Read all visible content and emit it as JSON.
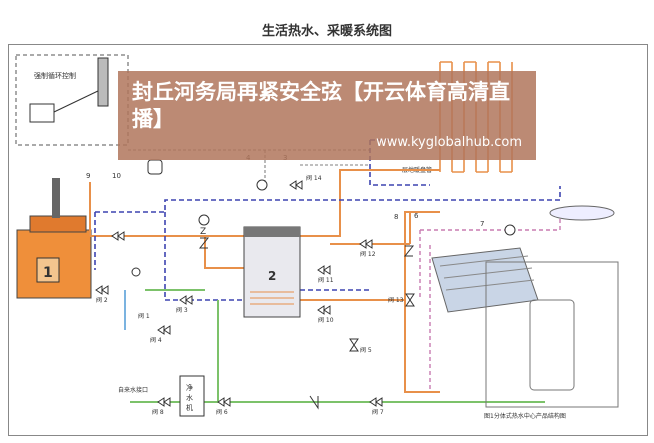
{
  "title": "生活热水、采暖系统图",
  "overlay": {
    "headline": "封丘河务局再紧安全弦【开云体育高清直播】",
    "url": "www.kyglobalhub.com"
  },
  "labels": {
    "boiler": "1",
    "tank": "2",
    "tank_label": "Z",
    "purifier": "净水机",
    "tap_water": "自来水接口",
    "floor_heating": "一层地暖盘管",
    "component_3": "3",
    "component_4": "4",
    "component_9": "9",
    "component_10": "10",
    "component_6": "6",
    "component_7": "7",
    "component_8": "8",
    "valve_1": "阀 1",
    "valve_2": "阀 2",
    "valve_3": "阀 3",
    "valve_4": "阀 4",
    "valve_5": "阀 5",
    "valve_6": "阀 6",
    "valve_7": "阀 7",
    "valve_8": "阀 8",
    "valve_10": "阀 10",
    "valve_11": "阀 11",
    "valve_12": "阀 12",
    "valve_13": "阀 13",
    "valve_14": "阀 14",
    "caption": "图1分体式热水中心产品结构图"
  },
  "colors": {
    "hot": "#e8904a",
    "return": "#3d44b0",
    "heating": "#c87bb0",
    "water": "#7cc26a",
    "ground": "#5aa0d8",
    "overlay": "#b0765c"
  }
}
